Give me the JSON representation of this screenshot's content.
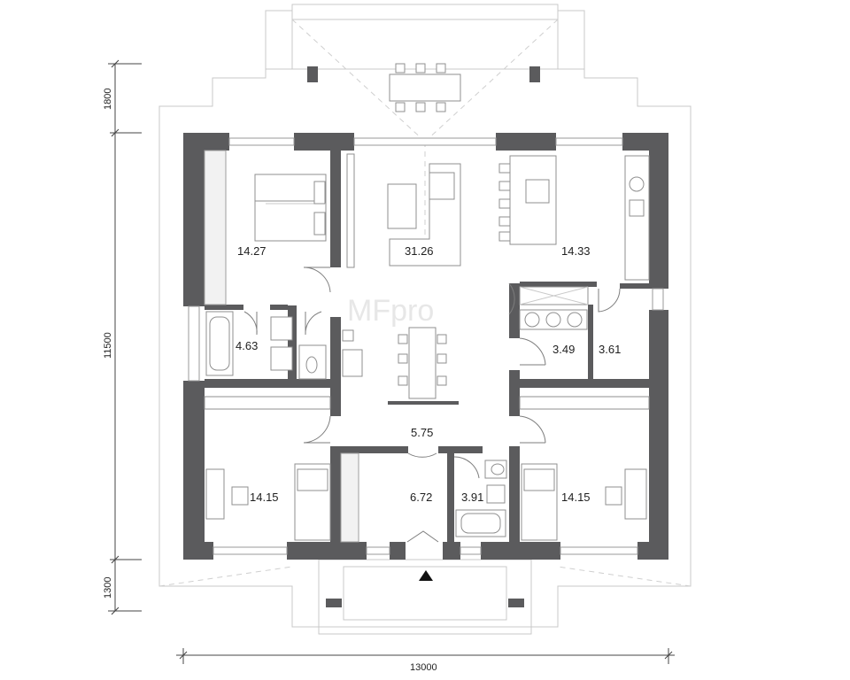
{
  "plan": {
    "rooms": [
      {
        "id": "bedroom-nw",
        "area": "14.27"
      },
      {
        "id": "living",
        "area": "31.26"
      },
      {
        "id": "kitchen",
        "area": "14.33"
      },
      {
        "id": "bath-w",
        "area": "4.63"
      },
      {
        "id": "utility",
        "area": "3.49"
      },
      {
        "id": "storage",
        "area": "3.61"
      },
      {
        "id": "hall",
        "area": "5.75"
      },
      {
        "id": "bedroom-sw",
        "area": "14.15"
      },
      {
        "id": "entry",
        "area": "6.72"
      },
      {
        "id": "bath-s",
        "area": "3.91"
      },
      {
        "id": "bedroom-se",
        "area": "14.15"
      }
    ],
    "dimensions": {
      "terrace_depth": "1800",
      "house_depth": "11500",
      "porch_depth": "1300",
      "house_width": "13000"
    },
    "watermark": "MFpro",
    "colors": {
      "wall": "#5b5b5d",
      "line": "#c9c9c9",
      "text": "#1f1f1f"
    }
  }
}
